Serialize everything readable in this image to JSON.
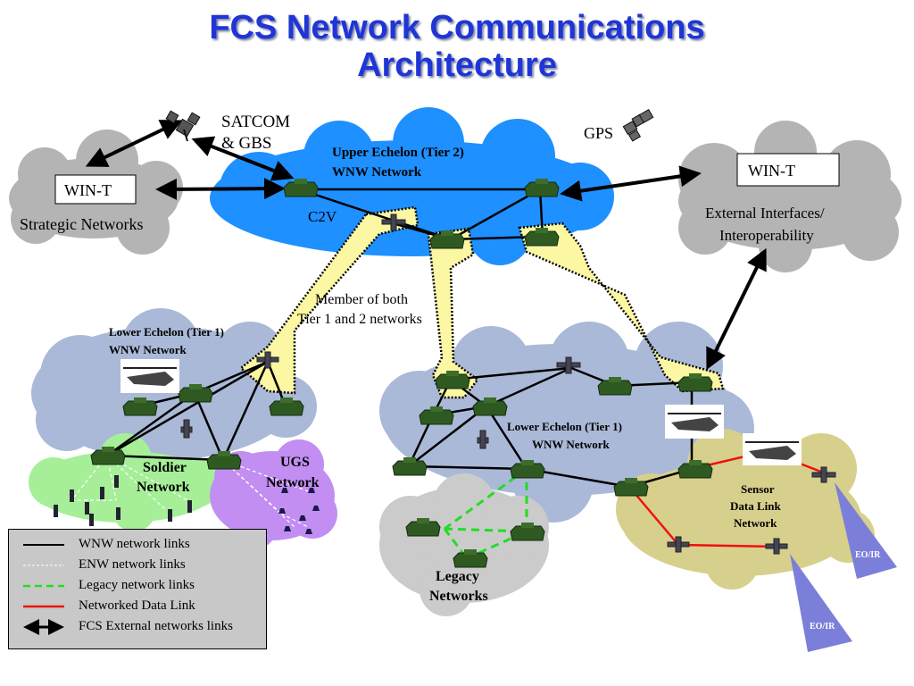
{
  "title": {
    "line1": "FCS Network Communications",
    "line2": "Architecture"
  },
  "labels": {
    "satcom_line1": "SATCOM",
    "satcom_line2": "& GBS",
    "gps": "GPS",
    "upper_echelon_line1": "Upper Echelon (Tier 2)",
    "upper_echelon_line2": "WNW Network",
    "c2v": "C2V",
    "wint_left": "WIN-T",
    "strategic_networks": "Strategic Networks",
    "wint_right": "WIN-T",
    "external_line1": "External Interfaces/",
    "external_line2": "Interoperability",
    "member_line1": "Member of both",
    "member_line2": "Tier 1 and 2 networks",
    "lower_left_line1": "Lower Echelon (Tier 1)",
    "lower_left_line2": "WNW Network",
    "lower_right_line1": "Lower Echelon (Tier 1)",
    "lower_right_line2": "WNW Network",
    "soldier_line1": "Soldier",
    "soldier_line2": "Network",
    "ugs_line1": "UGS",
    "ugs_line2": "Network",
    "legacy_line1": "Legacy",
    "legacy_line2": "Networks",
    "sensor_line1": "Sensor",
    "sensor_line2": "Data Link",
    "sensor_line3": "Network",
    "eoir_1": "EO/IR",
    "eoir_2": "EO/IR"
  },
  "legend": [
    {
      "label": "WNW network links",
      "style": "wnw",
      "color": "#000000"
    },
    {
      "label": "ENW network links",
      "style": "enw",
      "color": "#ffffff"
    },
    {
      "label": "Legacy network links",
      "style": "legacy",
      "color": "#22dd22"
    },
    {
      "label": "Networked Data Link",
      "style": "datalink",
      "color": "#ee1111"
    },
    {
      "label": "FCS External networks links",
      "style": "external",
      "color": "#000000"
    }
  ],
  "colors": {
    "upper_cloud": "#1e90ff",
    "gray_cloud": "#b4b4b4",
    "lower_cloud": "#aab9d7",
    "soldier_cloud": "#a6ef98",
    "ugs_cloud": "#c28ef2",
    "legacy_cloud": "#cbcbcb",
    "sensor_cloud": "#d7cf8c",
    "member_highlight": "#fbf7a2",
    "vehicle": "#2e5a22",
    "eoir_beam": "#7c7fd9"
  }
}
